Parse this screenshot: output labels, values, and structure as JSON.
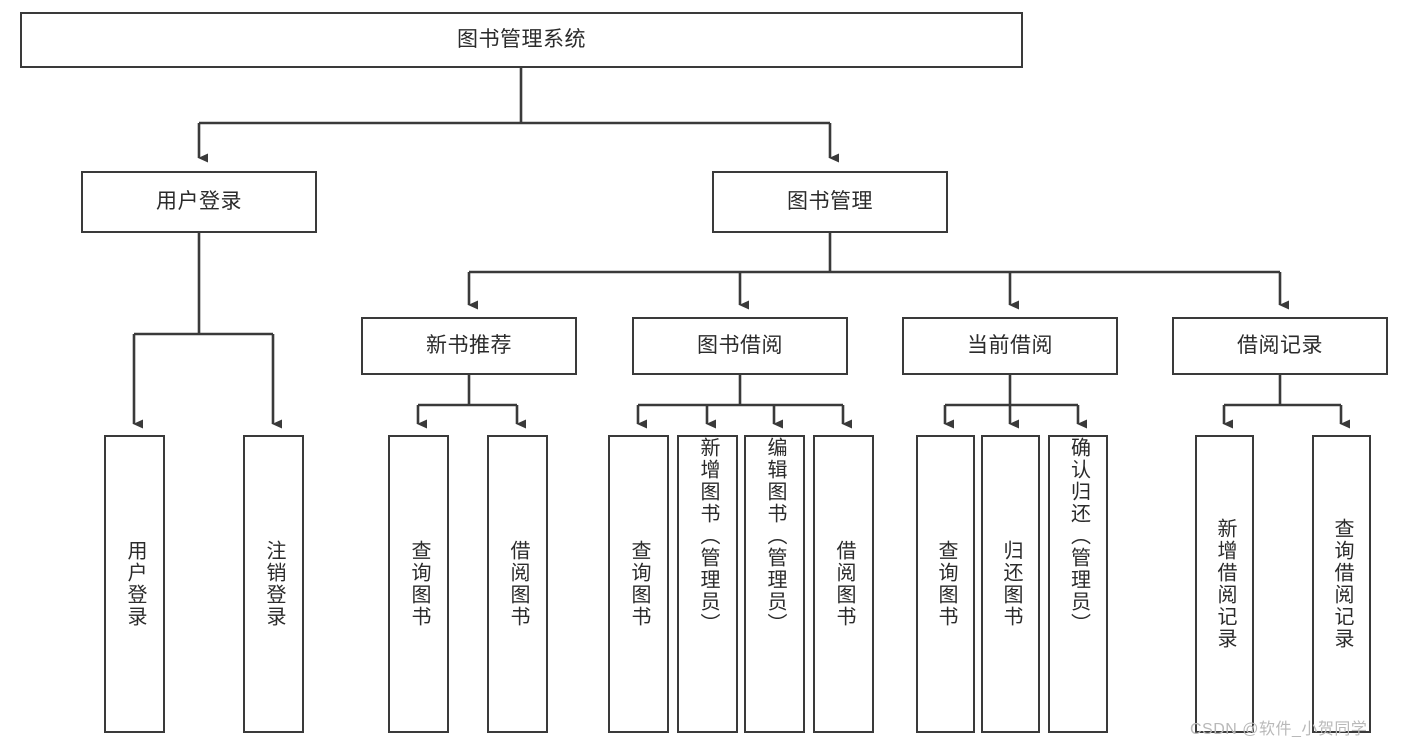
{
  "diagram": {
    "type": "tree-hierarchy",
    "title": "图书管理系统",
    "watermark": "CSDN @软件_小贺同学",
    "colors": {
      "box_border": "#3a3a3a",
      "connector": "#3a3a3a",
      "background": "#ffffff",
      "text": "#2b2b2b",
      "watermark": "#b9b9b9"
    },
    "levels": {
      "root": {
        "label": "图书管理系统"
      },
      "level2": [
        {
          "label": "用户登录"
        },
        {
          "label": "图书管理"
        }
      ],
      "level3": [
        {
          "label": "新书推荐"
        },
        {
          "label": "图书借阅"
        },
        {
          "label": "当前借阅"
        },
        {
          "label": "借阅记录"
        }
      ],
      "leaves_user_login": [
        {
          "label": "用户登录"
        },
        {
          "label": "注销登录"
        }
      ],
      "leaves_new_book": [
        {
          "label": "查询图书"
        },
        {
          "label": "借阅图书"
        }
      ],
      "leaves_borrow": [
        {
          "label": "查询图书"
        },
        {
          "label": "新增图书（管理员）"
        },
        {
          "label": "编辑图书（管理员）"
        },
        {
          "label": "借阅图书"
        }
      ],
      "leaves_current": [
        {
          "label": "查询图书"
        },
        {
          "label": "归还图书"
        },
        {
          "label": "确认归还（管理员）"
        }
      ],
      "leaves_records": [
        {
          "label": "新增借阅记录"
        },
        {
          "label": "查询借阅记录"
        }
      ]
    }
  }
}
